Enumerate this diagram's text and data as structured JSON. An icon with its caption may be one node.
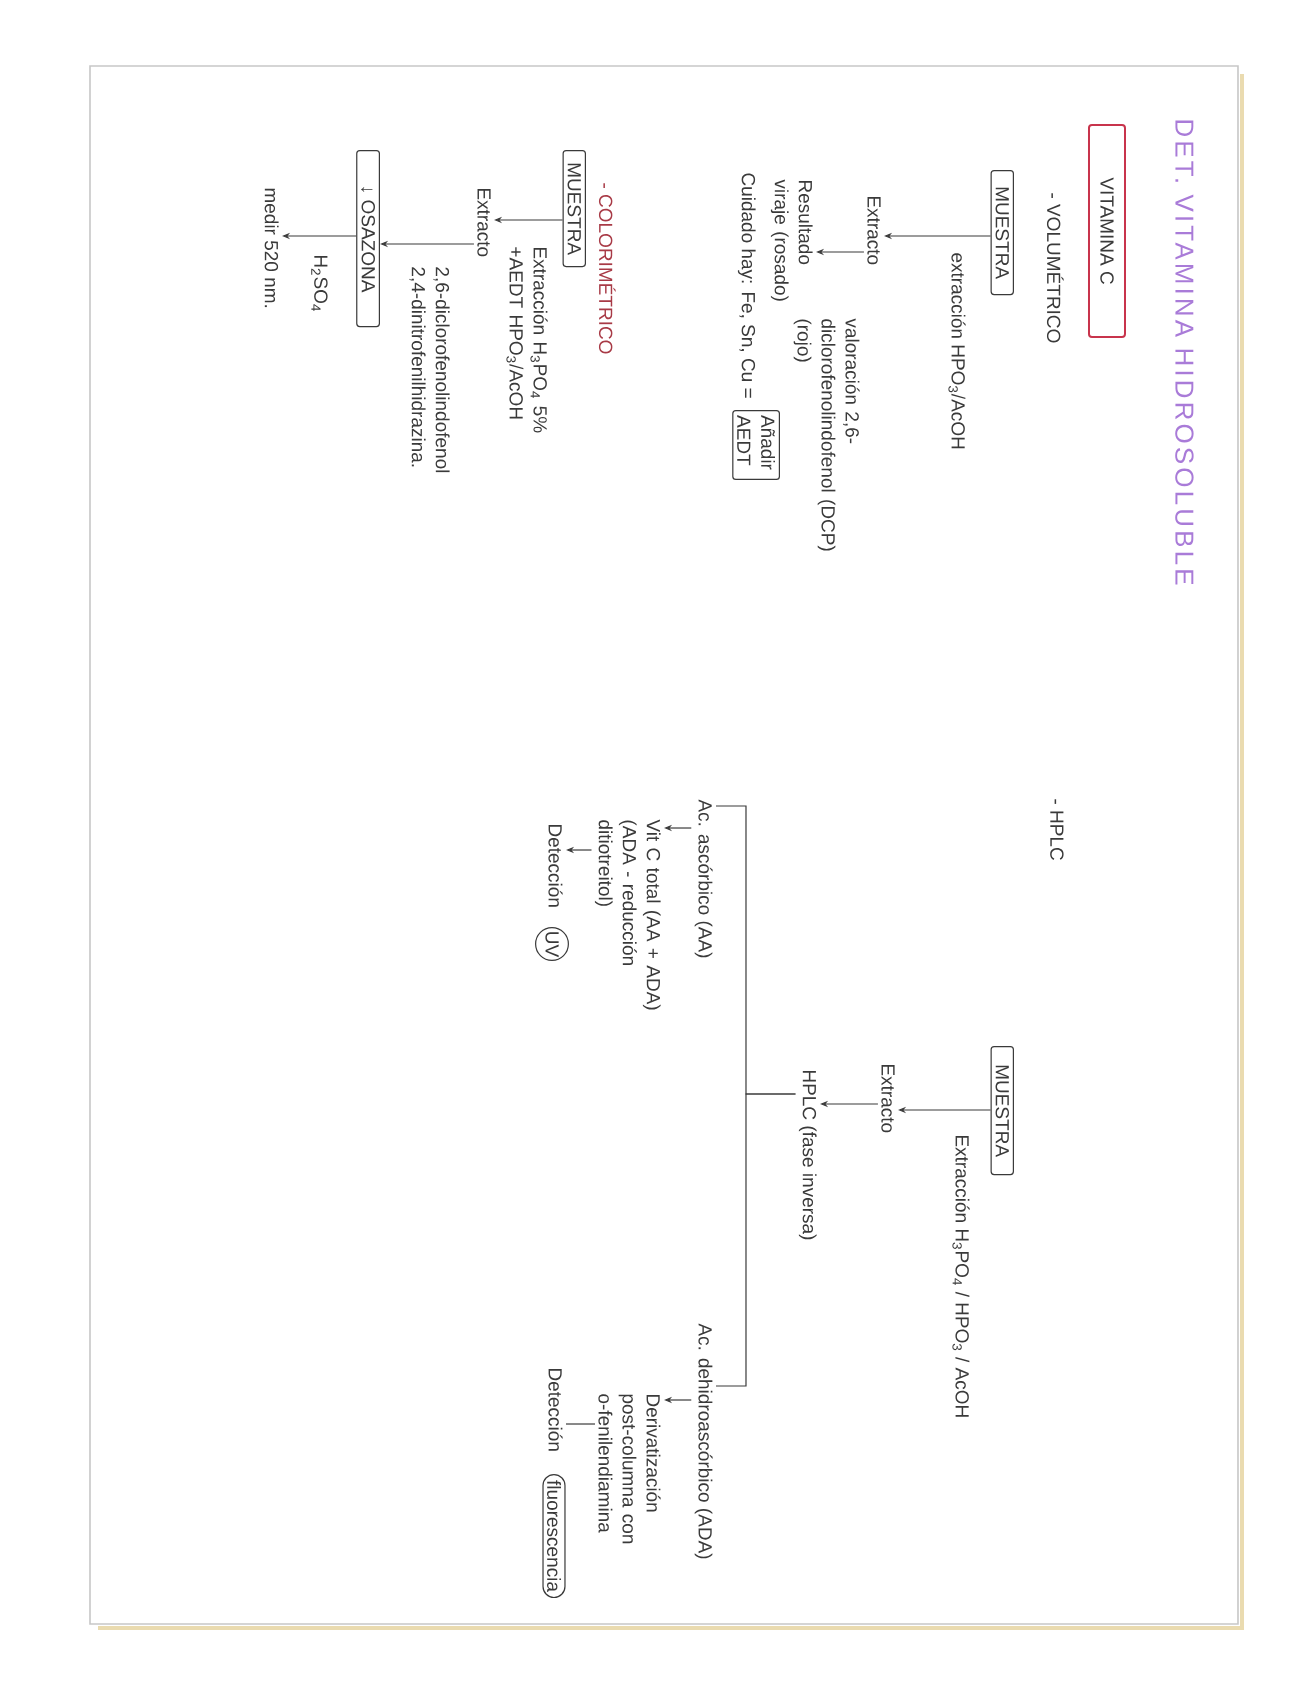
{
  "diagram": {
    "title": "DET. VITAMINA HIDROSOLUBLE",
    "nodes": [
      {
        "text": [
          "VITAMINA C"
        ]
      },
      {
        "text": [
          "MUESTRA"
        ]
      },
      {
        "text": [
          "Extracto"
        ]
      },
      {
        "text": [
          "Resultado viraje (rosado)"
        ]
      },
      {
        "text": [
          "Añadir AEDT"
        ],
        "beside": [
          "Cuidado hay: Fe, Sn, Cu ="
        ]
      },
      {
        "text": [
          "MUESTRA"
        ]
      },
      {
        "text": [
          "Extracto"
        ]
      },
      {
        "text": [
          "↓ OSAZONA"
        ]
      },
      {
        "text": [
          "medir 520 nm."
        ]
      },
      {
        "text": [
          "MUESTRA"
        ]
      },
      {
        "text": [
          "Extracto"
        ]
      },
      {
        "text": [
          "HPLC (fase inversa)"
        ]
      },
      {
        "text": [
          "Ac. ascórbico (AA)"
        ]
      },
      {
        "text": [
          "Ac. dehidroascórbico (ADA)"
        ]
      },
      {
        "text": [
          "Vit C total (AA + ADA)",
          "(ADA - reducción ditiotreitol)"
        ]
      },
      {
        "text": [
          "Detección"
        ]
      },
      {
        "text": [
          "UV"
        ]
      },
      {
        "text": [
          "Derivatización post-columna con o-fenilendiamina"
        ]
      },
      {
        "text": [
          "Detección"
        ]
      },
      {
        "text": [
          "fluorescencia"
        ]
      }
    ],
    "edges": [
      {
        "from": 1,
        "to": 2,
        "arrow": "to",
        "label": "extracción HPO$_{3}$/AcOH"
      },
      {
        "from": 2,
        "to": 3,
        "arrow": "to",
        "label": "valoración 2,6-diclorofenolindofenol (DCP) (rojo)"
      },
      {
        "from": 5,
        "to": 6,
        "arrow": "to",
        "label": "Extracción H$_{3}$PO$_{4}$ 5% +AEDT HPO$_{3}$/AcOH"
      },
      {
        "from": 6,
        "to": 7,
        "arrow": "to",
        "label": "2,6-diclorofenolindofenol 2,4-dinitrofenilhidrazina."
      },
      {
        "from": 7,
        "to": 8,
        "arrow": "to",
        "label": "H$_{2}$SO$_{4}$"
      },
      {
        "from": 9,
        "to": 10,
        "arrow": "to",
        "label": "Extracción H$_{3}$PO$_{4}$ / HPO$_{3}$ / AcOH"
      },
      {
        "from": 10,
        "to": 11,
        "arrow": "to"
      },
      {
        "from": 11,
        "to": 12,
        "arrow": "none"
      },
      {
        "from": 11,
        "to": 13,
        "arrow": "none"
      },
      {
        "from": 12,
        "to": 14,
        "arrow": "to"
      },
      {
        "from": 14,
        "to": 15,
        "arrow": "to"
      },
      {
        "from": 13,
        "to": 17,
        "arrow": "to"
      },
      {
        "from": 17,
        "to": 18,
        "arrow": "none"
      }
    ],
    "labels": [
      "- VOLUMÉTRICO",
      "- HPLC",
      "- COLORIMÉTRICO"
    ]
  }
}
